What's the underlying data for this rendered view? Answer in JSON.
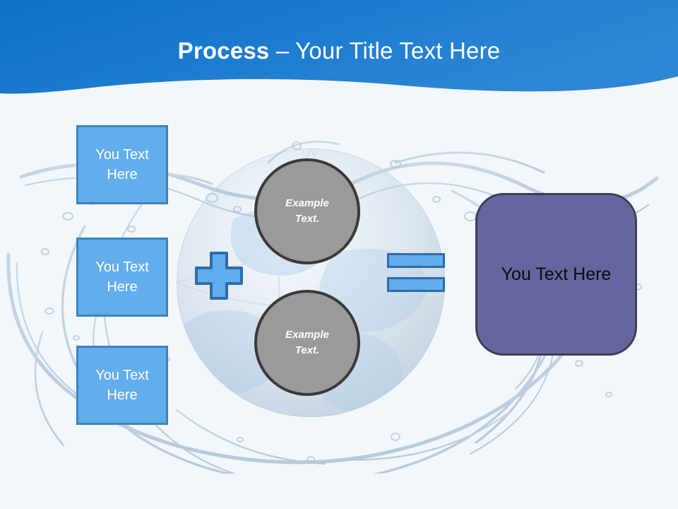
{
  "slide": {
    "background_color": "#F2F7FC",
    "header": {
      "band_color_left": "#0F72C6",
      "band_color_right": "#2E87D4",
      "title_strong": "Process",
      "title_rest": " – Your Title Text Here",
      "title_color": "#FFFFFF"
    },
    "background_art": {
      "name": "water-splash-globe",
      "globe_color": "#C9D6E4",
      "splash_color": "#AFC3D6"
    },
    "inputs": {
      "fill_color": "#62ADEC",
      "border_color": "#3B84BF",
      "text_color": "#FFFFFF",
      "boxes": [
        {
          "label": "You Text Here"
        },
        {
          "label": "You Text Here"
        },
        {
          "label": "You Text Here"
        }
      ]
    },
    "operators": {
      "plus": {
        "glyph": "plus-sign",
        "fill_color": "#62ADEC",
        "border_color": "#2E6DA8"
      },
      "equals": {
        "glyph": "equals-sign",
        "fill_color": "#62ADEC",
        "border_color": "#2E6DA8"
      }
    },
    "circles": {
      "fill_color": "#9A9A9A",
      "border_color": "#3A3A3A",
      "text_color": "#FFFFFF",
      "nodes": [
        {
          "line1": "Example",
          "line2": "Text."
        },
        {
          "line1": "Example",
          "line2": "Text."
        }
      ]
    },
    "result": {
      "label": "You Text Here",
      "fill_color": "#6566A0",
      "border_color": "#3E3E54",
      "text_color": "#0A0A0A"
    }
  }
}
